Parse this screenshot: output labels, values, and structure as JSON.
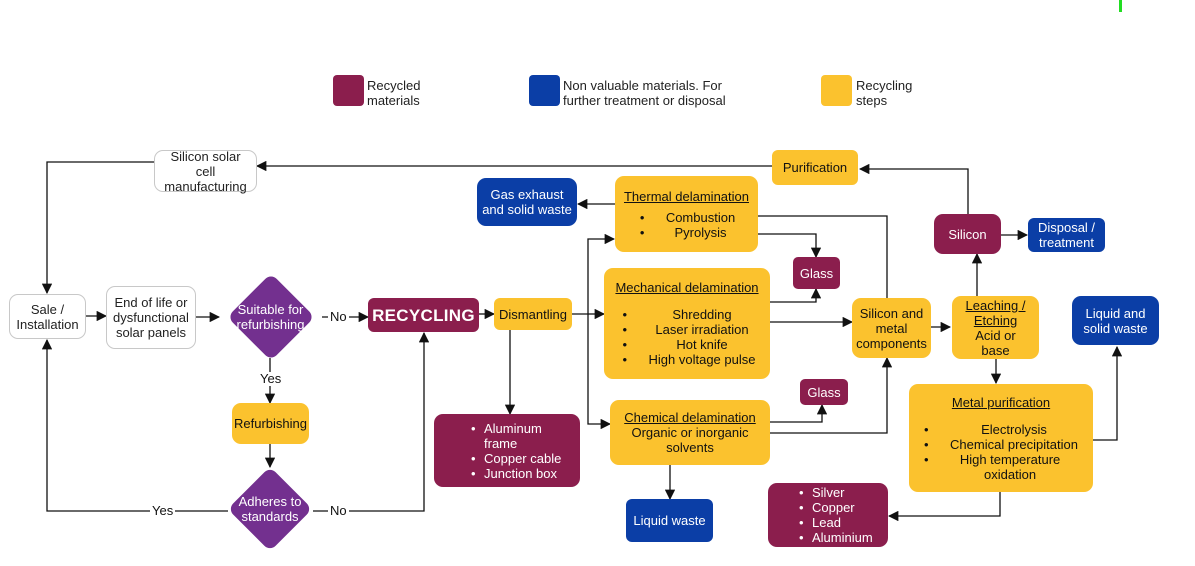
{
  "legend": [
    {
      "label": "Recycled materials",
      "color": "#8b1e4d"
    },
    {
      "label": "Non valuable materials.  For further treatment or disposal",
      "color": "#0b3ea6"
    },
    {
      "label": "Recycling steps",
      "color": "#fbc22e"
    }
  ],
  "nodes": {
    "silicon_manufacturing": "Silicon solar cell manufacturing",
    "sale": "Sale / Installation",
    "end_of_life": "End of life or dysfunctional solar panels",
    "suitable": "Suitable for refurbishing",
    "refurbishing": "Refurbishing",
    "adheres": "Adheres to standards",
    "recycling": "RECYCLING",
    "dismantling": "Dismantling",
    "dismantling_outputs": [
      "Aluminum frame",
      "Copper cable",
      "Junction box"
    ],
    "gas_exhaust": "Gas exhaust and solid waste",
    "thermal": {
      "title": "Thermal delamination",
      "items": [
        "Combustion",
        "Pyrolysis"
      ]
    },
    "mechanical": {
      "title": "Mechanical delamination",
      "items": [
        "Shredding",
        "Laser irradiation",
        "Hot knife",
        "High voltage pulse"
      ]
    },
    "chemical": {
      "title": "Chemical delamination",
      "text": "Organic or inorganic solvents"
    },
    "glass_top": "Glass",
    "glass_bottom": "Glass",
    "liquid_waste": "Liquid waste",
    "silicon_metal": "Silicon and metal components",
    "purification": "Purification",
    "silicon": "Silicon",
    "disposal": "Disposal / treatment",
    "leaching": {
      "title": "Leaching / Etching",
      "text": "Acid or base"
    },
    "liquid_solid_waste": "Liquid and solid waste",
    "metal_purification": {
      "title": "Metal purification",
      "items": [
        "Electrolysis",
        "Chemical precipitation",
        "High temperature oxidation"
      ]
    },
    "metals": [
      "Silver",
      "Copper",
      "Lead",
      "Aluminium"
    ]
  },
  "edge_labels": {
    "suitable_no": "No",
    "suitable_yes": "Yes",
    "adheres_yes": "Yes",
    "adheres_no": "No"
  }
}
